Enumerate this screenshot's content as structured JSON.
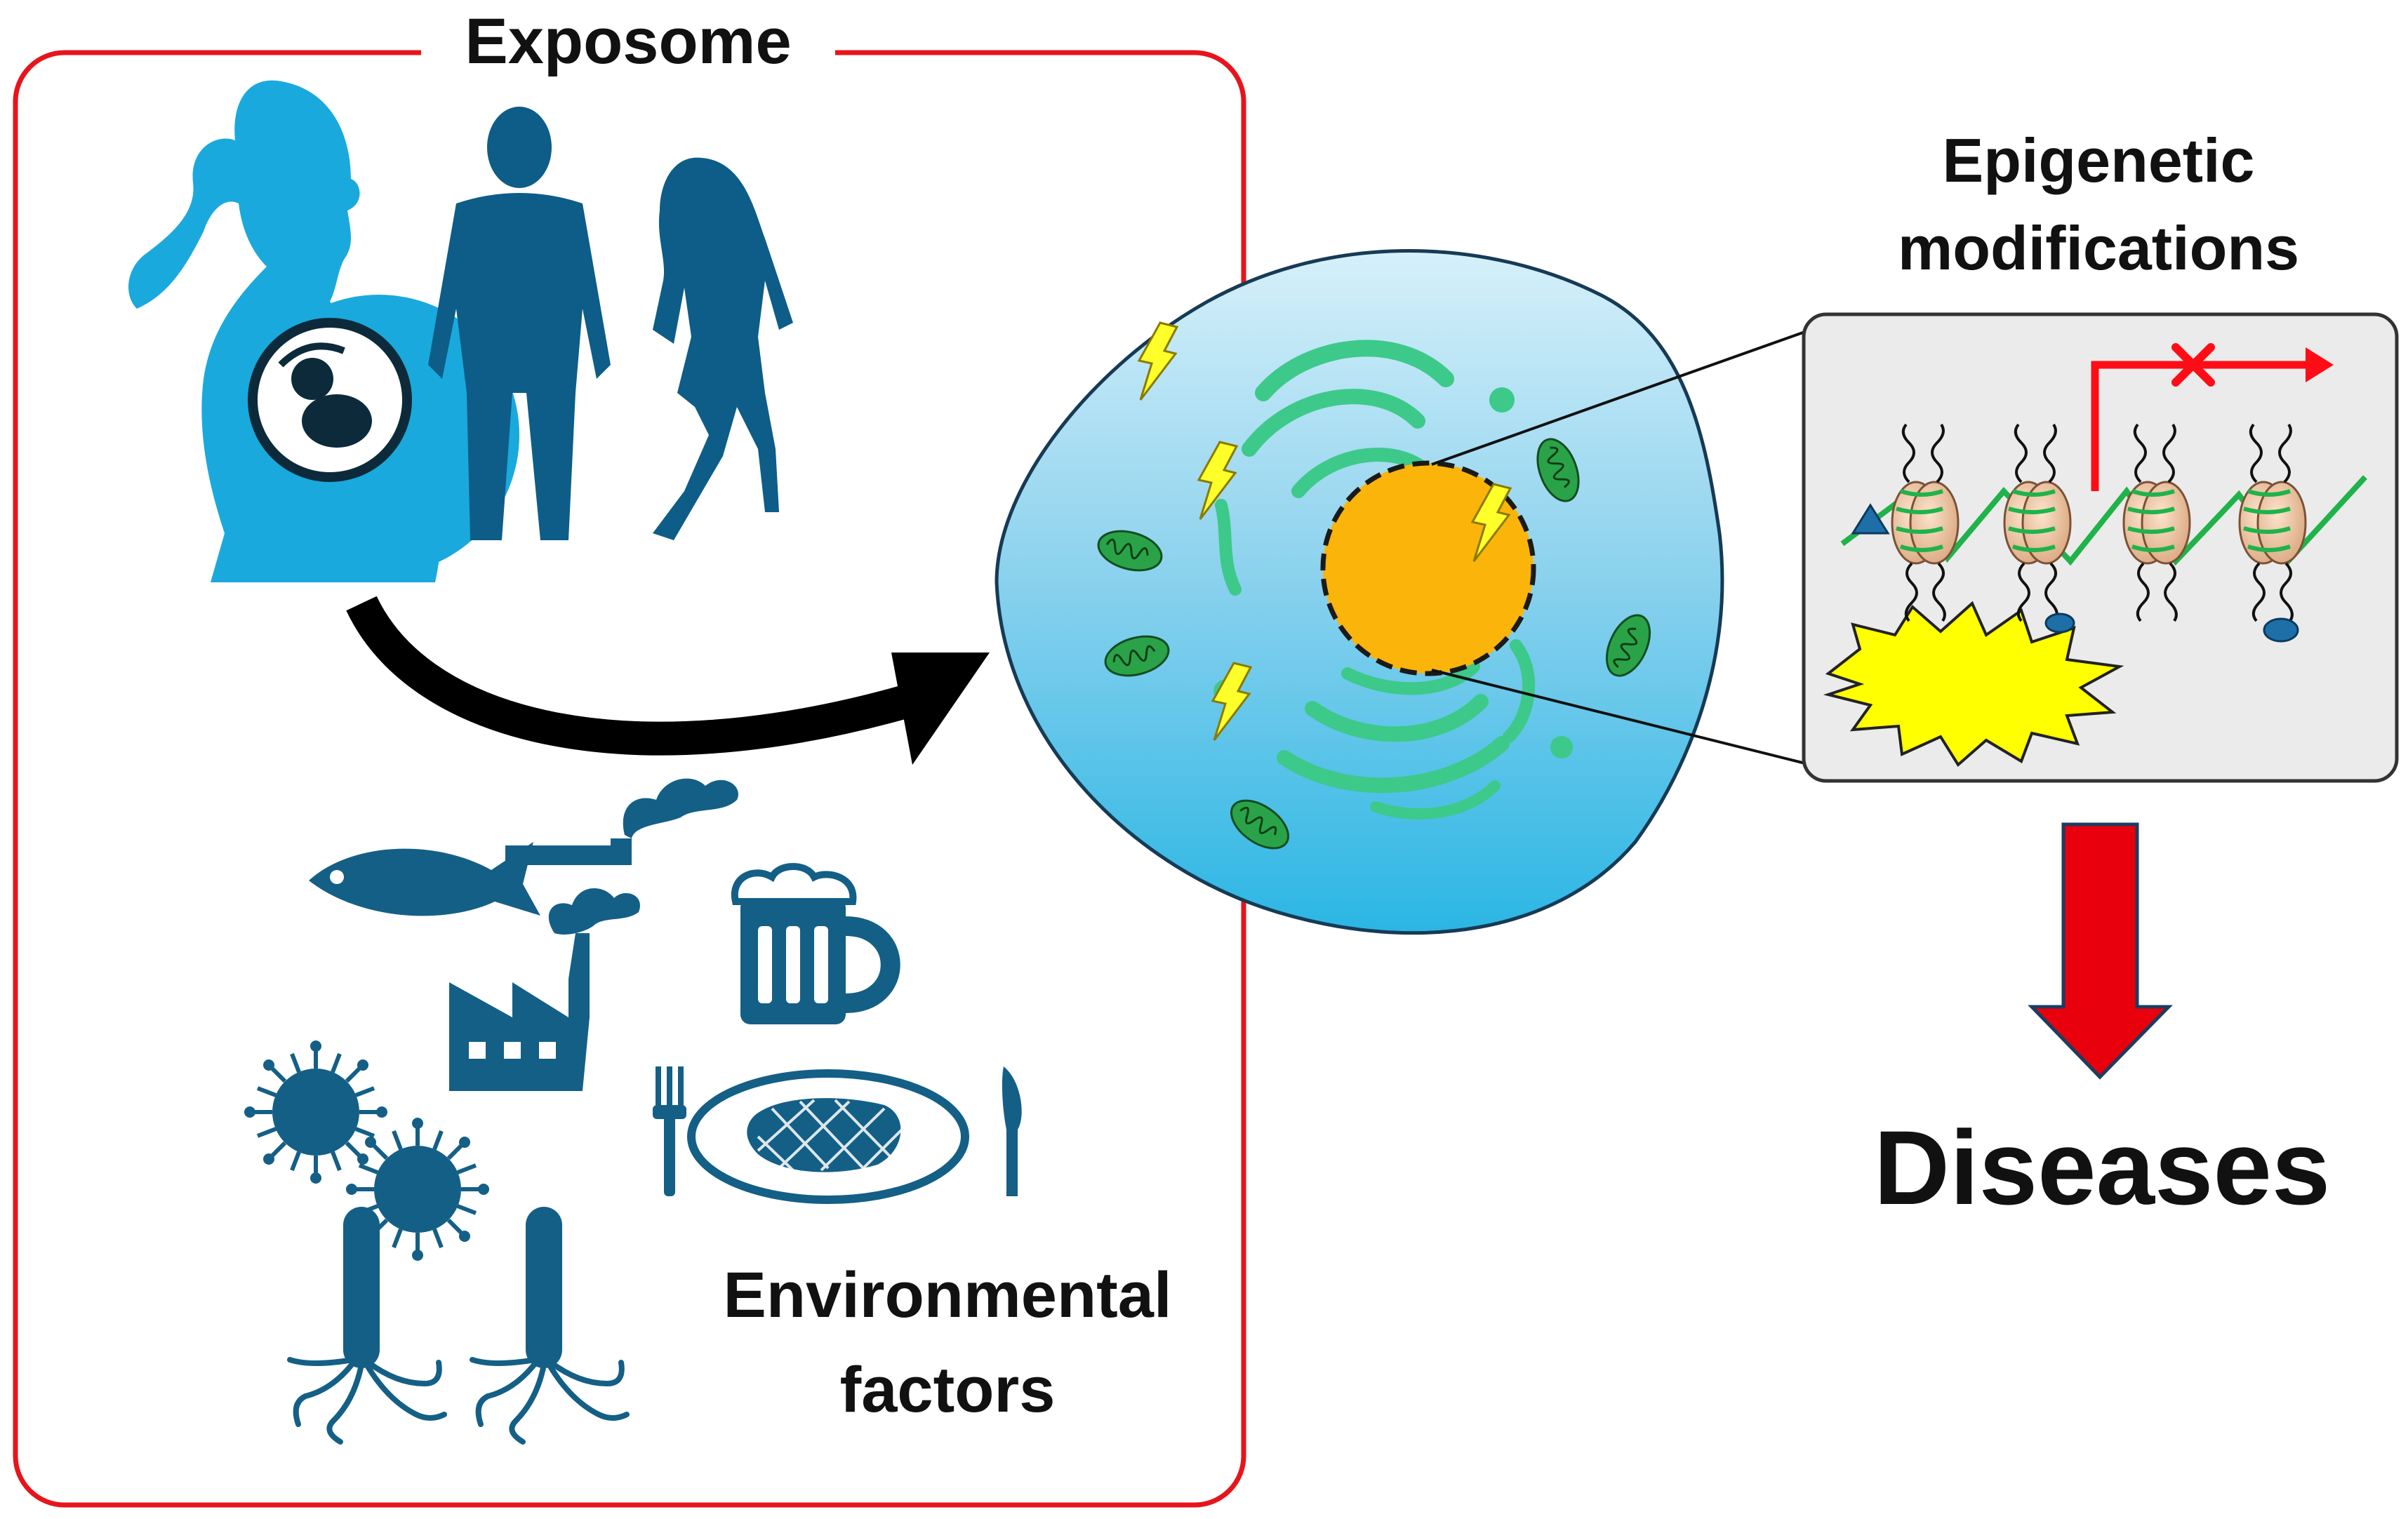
{
  "labels": {
    "exposome": "Exposome",
    "epigenetic_line1": "Epigenetic",
    "epigenetic_line2": "modifications",
    "environmental_line1": "Environmental",
    "environmental_line2": "factors",
    "diseases": "Diseases"
  },
  "colors": {
    "frame_red": "#e8141b",
    "human_light_blue": "#1aa9dd",
    "human_dark_blue": "#0d5d88",
    "icon_blue": "#145f86",
    "cell_fill": "#7fcdea",
    "cell_outline": "#173a55",
    "nucleus": "#fbb40a",
    "organelle_green": "#3dc98a",
    "mito_green": "#2aa348",
    "bolt_yellow": "#ffff2a",
    "histone": "#f2c9a4",
    "dna_green": "#1fb34a",
    "arrow_black": "#000000",
    "disease_arrow_red": "#e8000d"
  },
  "icons": [
    "pregnant-woman-icon",
    "fetus-icon",
    "man-silhouette-icon",
    "woman-silhouette-icon",
    "fish-icon",
    "pipe-smoke-icon",
    "factory-icon",
    "beer-mug-icon",
    "virus-icon",
    "bacterium-icon",
    "plate-steak-icon",
    "fork-icon",
    "knife-icon",
    "cell-icon",
    "nucleus-icon",
    "lightning-icon",
    "nucleosome-icon",
    "blocked-transcription-arrow-icon",
    "burst-icon"
  ]
}
